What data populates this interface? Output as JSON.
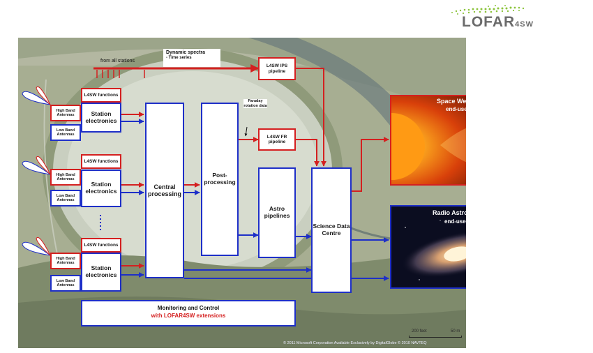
{
  "logo": {
    "text": "LOFAR",
    "suffix": "4SW"
  },
  "station_groups": [
    {
      "hba": "High Band Antennas",
      "lba": "Low Band Antennas",
      "functions": "L4SW functions",
      "electronics": "Station electronics"
    },
    {
      "hba": "High Band Antennas",
      "lba": "Low Band Antennas",
      "functions": "L4SW functions",
      "electronics": "Station electronics"
    },
    {
      "hba": "High Band Antennas",
      "lba": "Low Band Antennas",
      "functions": "L4SW functions",
      "electronics": "Station electronics"
    }
  ],
  "central_processing": "Central processing",
  "post_processing": "Post-processing",
  "astro_pipelines": "Astro pipelines",
  "science_data_centre": "Science Data Centre",
  "ips_pipeline": "L4SW IPS pipeline",
  "fr_pipeline": "L4SW FR pipeline",
  "from_all_stations": "from all stations",
  "dynamic_spectra": "Dynamic spectra",
  "time_series": "- Time series",
  "faraday_label": "Faraday rotation data",
  "space_weather": {
    "title": "Space Weather",
    "subtitle": "end-users"
  },
  "radio_astronomy": {
    "title": "Radio Astronomy",
    "subtitle": "end-users"
  },
  "monitoring": {
    "line1": "Monitoring and Control",
    "line2": "with LOFAR4SW extensions"
  },
  "scale_label": "200 feet",
  "scale_label2": "50 m",
  "copyright": "© 2011 Microsoft Corporation   Available Exclusively by DigitalGlobe © 2010 NAVTEQ",
  "colors": {
    "red": "#d42020",
    "blue": "#1e2fc8",
    "logo_green": "#8cc43c"
  }
}
